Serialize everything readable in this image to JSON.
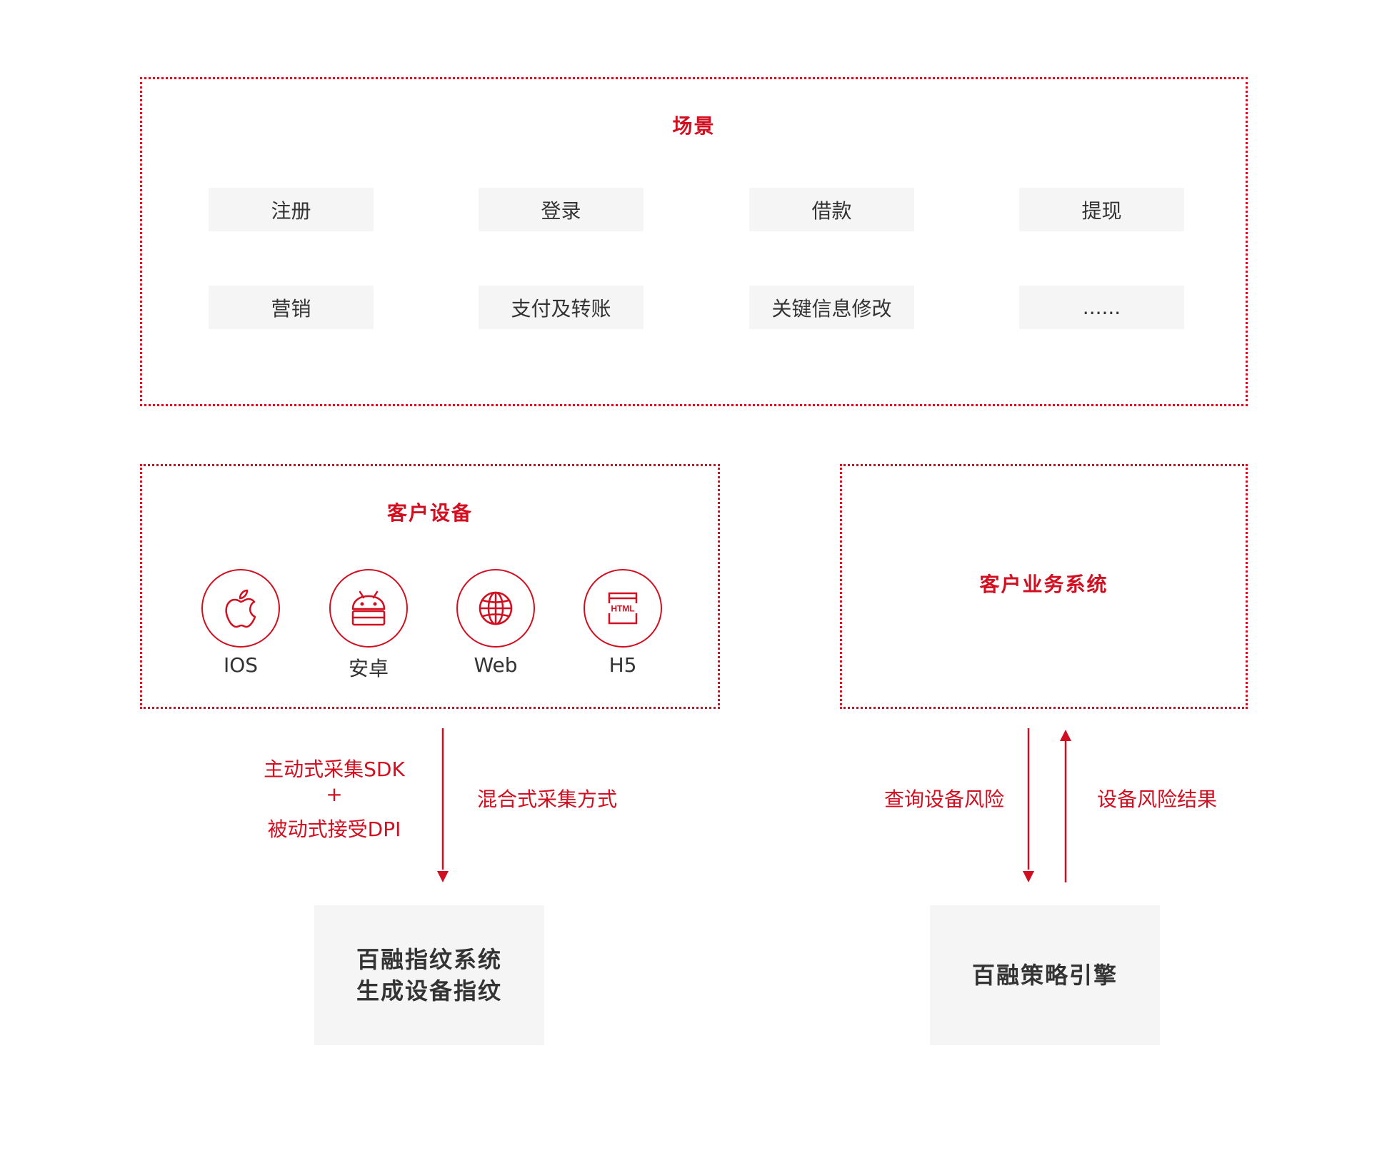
{
  "scenes": {
    "title": "场景",
    "items": [
      "注册",
      "登录",
      "借款",
      "提现",
      "营销",
      "支付及转账",
      "关键信息修改",
      "......"
    ]
  },
  "devices": {
    "title": "客户设备",
    "platforms": [
      {
        "label": "IOS",
        "icon": "apple-icon"
      },
      {
        "label": "安卓",
        "icon": "android-icon"
      },
      {
        "label": "Web",
        "icon": "globe-icon"
      },
      {
        "label": "H5",
        "icon": "html-icon"
      }
    ],
    "html_badge": "HTML"
  },
  "business": {
    "title": "客户业务系统"
  },
  "left_flow": {
    "line1": "主动式采集SDK",
    "line2": "+",
    "line3": "被动式接受DPI",
    "method": "混合式采集方式"
  },
  "right_flow": {
    "query": "查询设备风险",
    "result": "设备风险结果"
  },
  "fingerprint_box": {
    "line1": "百融指纹系统",
    "line2": "生成设备指纹"
  },
  "engine_box": {
    "label": "百融策略引擎"
  },
  "colors": {
    "accent": "#d20f20",
    "chip_bg": "#f5f5f5",
    "text": "#333333"
  }
}
